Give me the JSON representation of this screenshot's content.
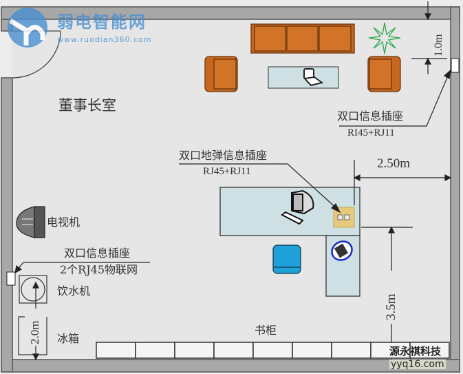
{
  "room_title": "董事长室",
  "labels": {
    "tv": "电视机",
    "water_dispenser": "饮水机",
    "fridge": "冰箱",
    "bookcase": "书柜"
  },
  "sockets": {
    "top_right": {
      "name": "双口信息插座",
      "spec": "RI45+RJ11"
    },
    "floor": {
      "name": "双口地弹信息插座",
      "spec": "RJ45+RJ11"
    },
    "left": {
      "name": "双口信息插座",
      "spec": "2个RJ45物联网"
    }
  },
  "dimensions": {
    "top_right_height": "1.0m",
    "desk_to_wall": "2.50m",
    "desk_to_bottom": "3.5m",
    "left_height": "2.0m"
  },
  "watermarks": {
    "top_brand": "弱电智能网",
    "top_url": "www.ruodian360.com",
    "bottom_brand": "源永祺科技",
    "bottom_url": "yyq16.com"
  },
  "colors": {
    "wall": "#a8a8a8",
    "floor": "#e6e6e6",
    "sofa": "#c8661e",
    "desk": "#cfe0e4",
    "chair": "#1ea0d8",
    "socket_box": "#e6c97a",
    "plant": "#2aa84a",
    "watermark": "#4a90d0"
  }
}
